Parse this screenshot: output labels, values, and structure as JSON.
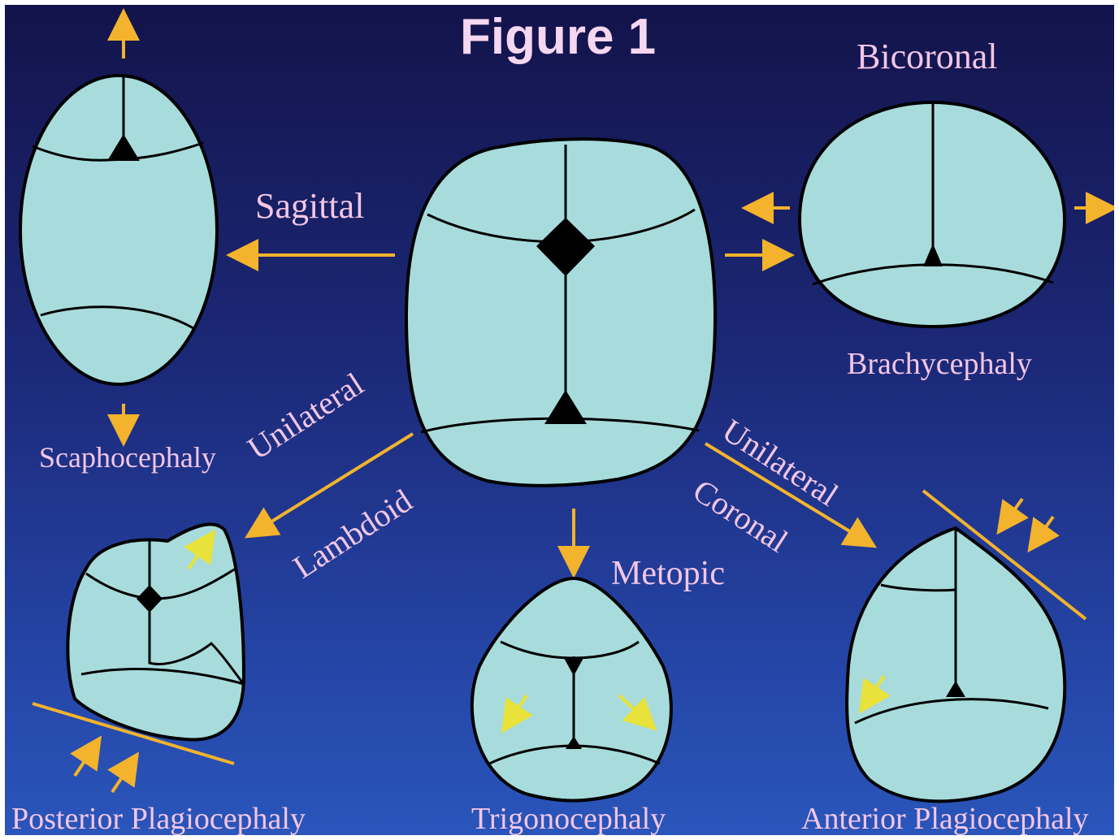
{
  "title": "Figure 1",
  "labels": {
    "sagittal": "Sagittal",
    "bicoronal": "Bicoronal",
    "brachycephaly": "Brachycephaly",
    "scaphocephaly": "Scaphocephaly",
    "unilateral_1": "Unilateral",
    "lambdoid": "Lambdoid",
    "unilateral_2": "Unilateral",
    "coronal": "Coronal",
    "metopic": "Metopic",
    "posterior_plagiocephaly": "Posterior Plagiocephaly",
    "trigonocephaly": "Trigonocephaly",
    "anterior_plagiocephaly": "Anterior Plagiocephaly"
  },
  "colors": {
    "skull_fill": "#a8dcdc",
    "arrow": "#f3b32d",
    "small_arrow": "#e8e23a",
    "label_text": "#f2c6e6",
    "background_top": "#13134a",
    "background_bottom": "#2a56bb"
  }
}
